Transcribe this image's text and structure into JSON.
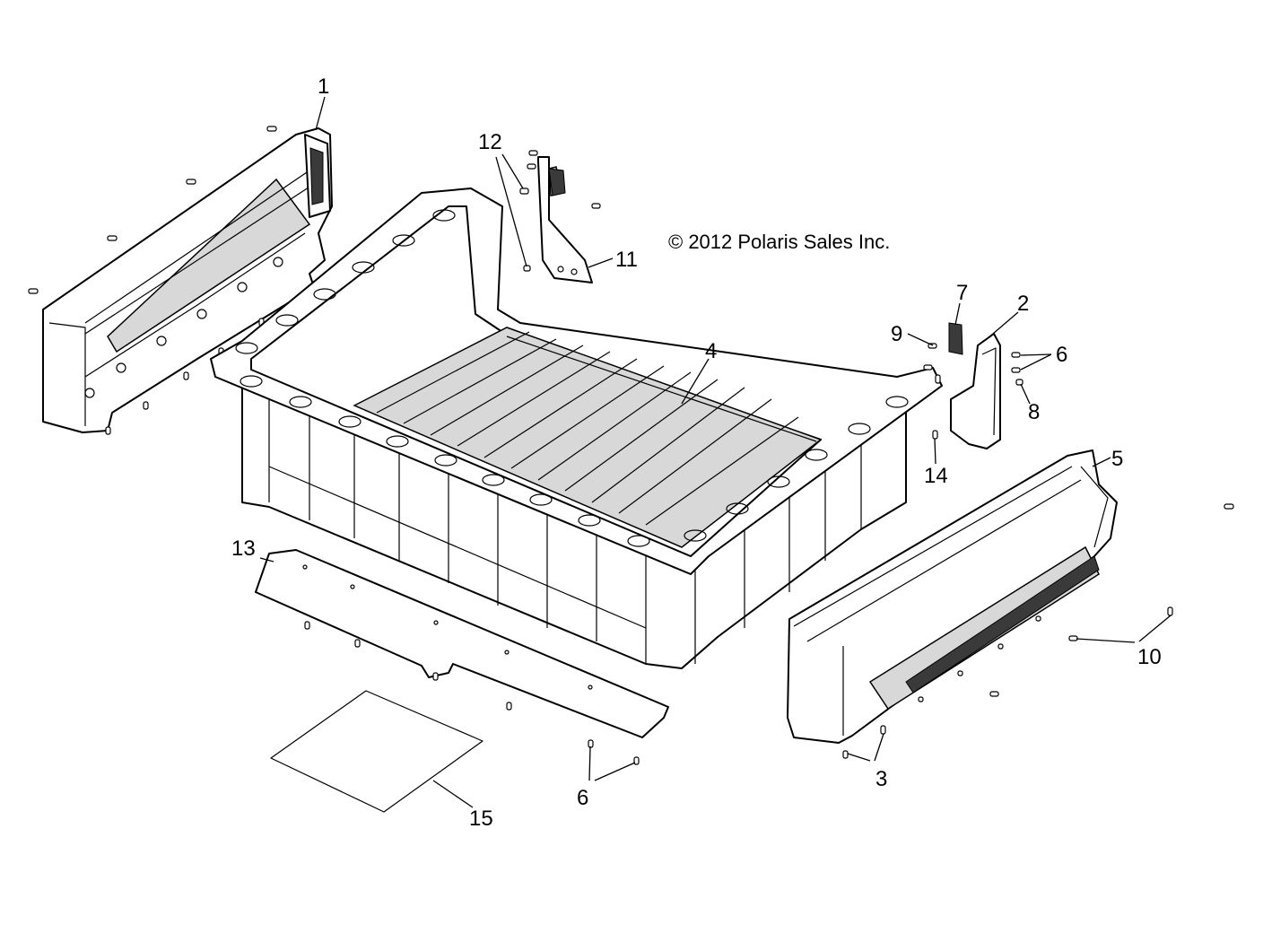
{
  "copyright": "© 2012 Polaris Sales Inc.",
  "callouts": [
    {
      "id": "1",
      "label": "1"
    },
    {
      "id": "2",
      "label": "2"
    },
    {
      "id": "3",
      "label": "3"
    },
    {
      "id": "4",
      "label": "4"
    },
    {
      "id": "5",
      "label": "5"
    },
    {
      "id": "6a",
      "label": "6"
    },
    {
      "id": "6b",
      "label": "6"
    },
    {
      "id": "7",
      "label": "7"
    },
    {
      "id": "8",
      "label": "8"
    },
    {
      "id": "9",
      "label": "9"
    },
    {
      "id": "10",
      "label": "10"
    },
    {
      "id": "11",
      "label": "11"
    },
    {
      "id": "12",
      "label": "12"
    },
    {
      "id": "13",
      "label": "13"
    },
    {
      "id": "14",
      "label": "14"
    },
    {
      "id": "15",
      "label": "15"
    }
  ]
}
